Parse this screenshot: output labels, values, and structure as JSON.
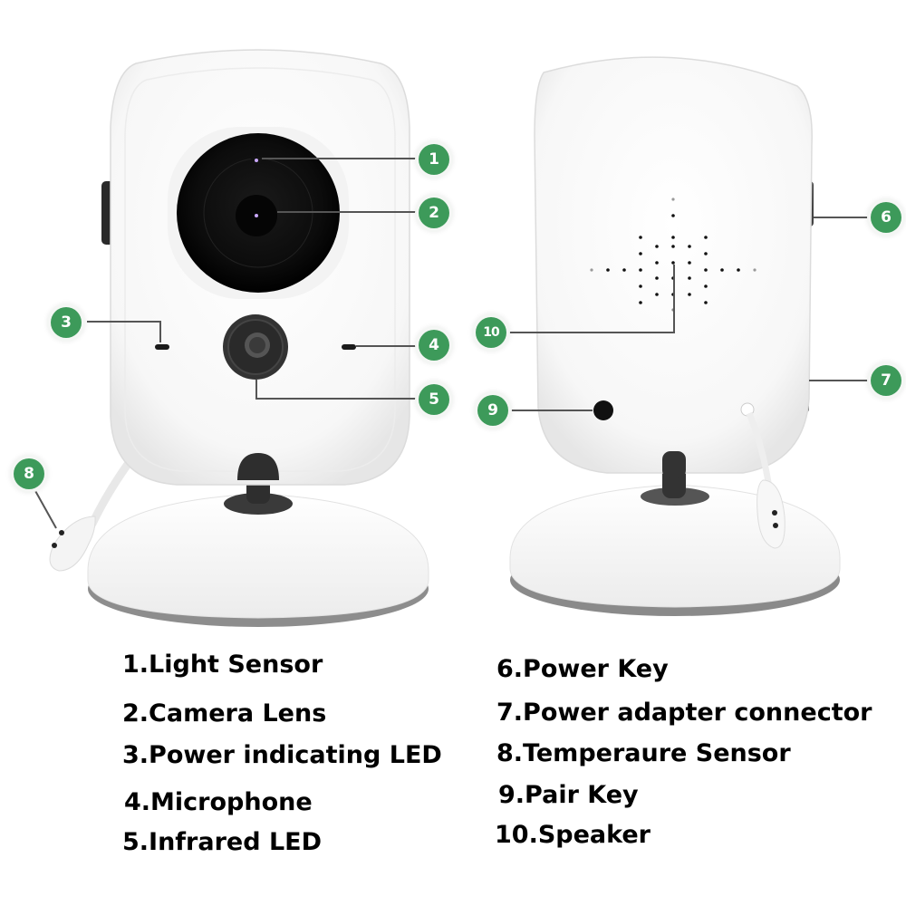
{
  "diagram": {
    "subject": "Baby monitor camera — front and back views with numbered callouts",
    "accent_color": "#3d9a5a",
    "callouts": [
      {
        "number": "1",
        "target": "light sensor"
      },
      {
        "number": "2",
        "target": "camera lens"
      },
      {
        "number": "3",
        "target": "power indicating LED"
      },
      {
        "number": "4",
        "target": "microphone"
      },
      {
        "number": "5",
        "target": "infrared LED"
      },
      {
        "number": "6",
        "target": "power key"
      },
      {
        "number": "7",
        "target": "power adapter connector"
      },
      {
        "number": "8",
        "target": "temperature sensor"
      },
      {
        "number": "9",
        "target": "pair key"
      },
      {
        "number": "10",
        "target": "speaker"
      }
    ],
    "legend_left": [
      "1.Light Sensor",
      "2.Camera Lens",
      "3.Power indicating LED",
      "4.Microphone",
      "5.Infrared LED"
    ],
    "legend_right": [
      "6.Power Key",
      "7.Power adapter connector",
      "8.Temperaure Sensor",
      "9.Pair Key",
      "10.Speaker"
    ]
  }
}
